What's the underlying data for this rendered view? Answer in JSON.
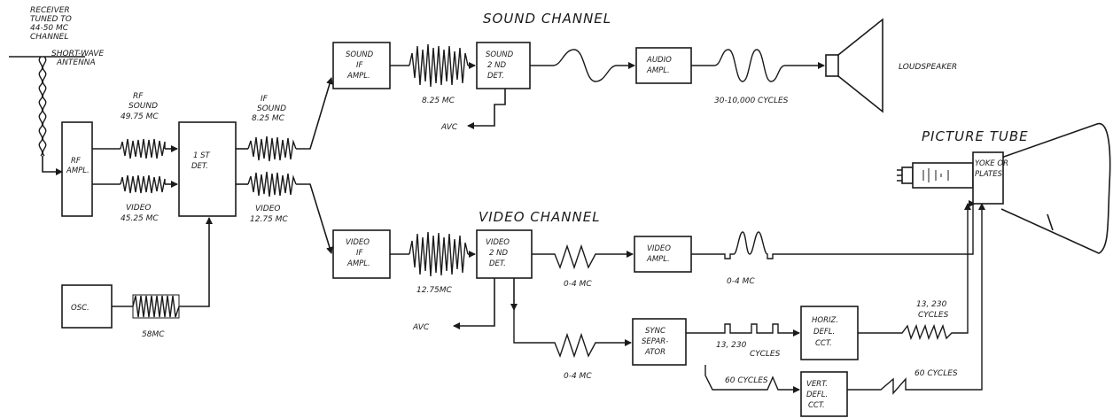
{
  "headings": {
    "sound_channel": "SOUND CHANNEL",
    "video_channel": "VIDEO CHANNEL",
    "picture_tube": "PICTURE TUBE"
  },
  "antenna": {
    "receiver_lines": [
      "RECEIVER",
      "TUNED TO",
      "44-50 MC",
      "CHANNEL"
    ],
    "antenna_lines": [
      "SHORT-WAVE",
      "ANTENNA"
    ]
  },
  "blocks": {
    "rf_ampl": [
      "RF",
      "AMPL."
    ],
    "first_det": [
      "1 ST",
      "DET."
    ],
    "osc": [
      "OSC."
    ],
    "sound_if_ampl": [
      "SOUND",
      "IF",
      "AMPL."
    ],
    "sound_2nd_det": [
      "SOUND",
      "2 ND",
      "DET."
    ],
    "audio_ampl": [
      "AUDIO",
      "AMPL."
    ],
    "video_if_ampl": [
      "VIDEO",
      "IF",
      "AMPL."
    ],
    "video_2nd_det": [
      "VIDEO",
      "2 ND",
      "DET."
    ],
    "video_ampl": [
      "VIDEO",
      "AMPL."
    ],
    "sync_separator": [
      "SYNC",
      "SEPAR-",
      "ATOR"
    ],
    "horiz_defl": [
      "HORIZ.",
      "DEFL.",
      "CCT."
    ],
    "vert_defl": [
      "VERT.",
      "DEFL.",
      "CCT."
    ],
    "yoke": [
      "YOKE OR",
      "PLATES"
    ]
  },
  "labels": {
    "rf_sound": [
      "RF",
      "SOUND",
      "49.75 MC"
    ],
    "rf_video": [
      "VIDEO",
      "45.25 MC"
    ],
    "if_sound": [
      "IF",
      "SOUND",
      "8.25 MC"
    ],
    "if_video": [
      "VIDEO",
      "12.75 MC"
    ],
    "osc_freq": "58MC",
    "sound_if_freq": "8.25 MC",
    "audio_freq": "30-10,000 CYCLES",
    "loudspeaker": "LOUDSPEAKER",
    "avc_sound": "AVC",
    "video_if_freq": "12.75MC",
    "avc_video": "AVC",
    "det_out_freq": "0-4 MC",
    "vid_ampl_out_freq": "0-4 MC",
    "sync_in_freq": "0-4 MC",
    "sync_horiz": [
      "13, 230",
      "CYCLES"
    ],
    "horiz_out": [
      "13, 230",
      "CYCLES"
    ],
    "sync_vert": "60 CYCLES",
    "vert_out": "60 CYCLES"
  }
}
